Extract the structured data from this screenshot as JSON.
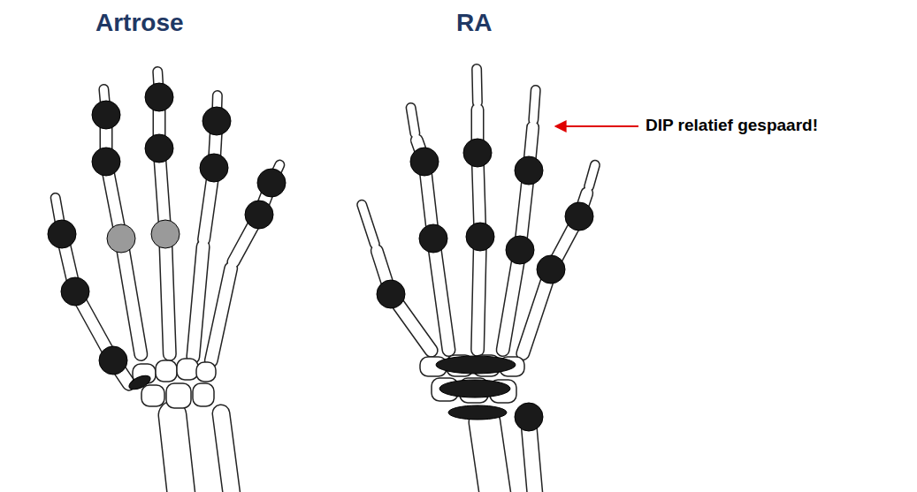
{
  "diagram": {
    "labels": [
      "Artrose",
      "RA",
      "DIP relatief gespaard!"
    ]
  }
}
